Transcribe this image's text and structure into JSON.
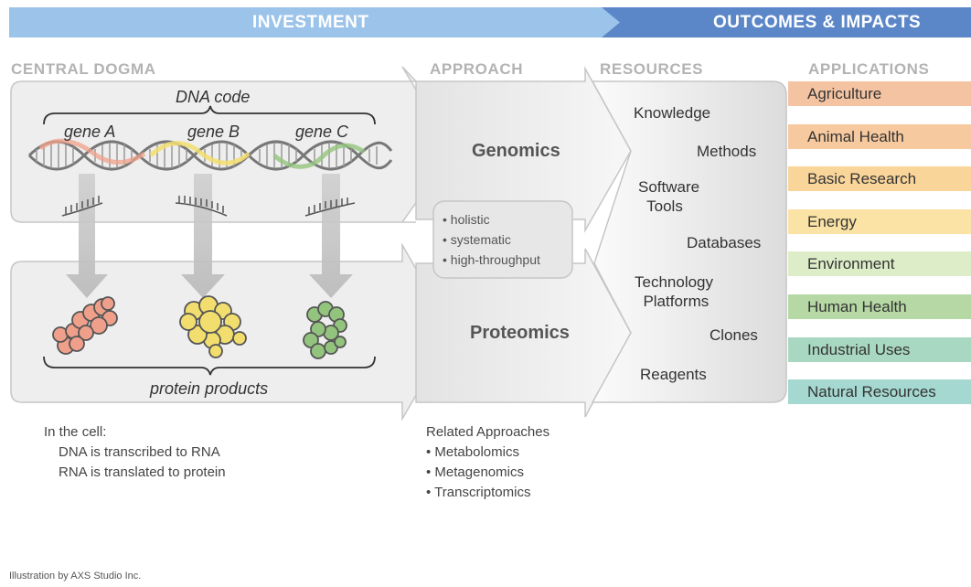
{
  "banner": {
    "investment": "INVESTMENT",
    "outcomes": "OUTCOMES & IMPACTS",
    "investment_color": "#9cc3e9",
    "outcomes_color": "#5b87c8"
  },
  "sections": {
    "central_dogma": "CENTRAL DOGMA",
    "approach": "APPROACH",
    "resources": "RESOURCES",
    "applications": "APPLICATIONS"
  },
  "dogma": {
    "dna_code": "DNA code",
    "genes": [
      "gene A",
      "gene B",
      "gene C"
    ],
    "protein_products": "protein products",
    "gene_colors": [
      "#f0a08a",
      "#f2de6e",
      "#93c47d"
    ]
  },
  "approach": {
    "genomics": "Genomics",
    "proteomics": "Proteomics",
    "characteristics": [
      "holistic",
      "systematic",
      "high-throughput"
    ]
  },
  "resources": {
    "items": [
      "Knowledge",
      "Methods",
      "Software\n  Tools",
      "Databases",
      "Technology\n  Platforms",
      "Clones",
      "Reagents"
    ]
  },
  "applications": {
    "items": [
      {
        "label": "Agriculture",
        "color": "#f4c4a2"
      },
      {
        "label": "Animal Health",
        "color": "#f7c99f"
      },
      {
        "label": "Basic Research",
        "color": "#f9d59a"
      },
      {
        "label": "Energy",
        "color": "#fbe3a6"
      },
      {
        "label": "Environment",
        "color": "#dcedc8"
      },
      {
        "label": "Human Health",
        "color": "#b5d8a4"
      },
      {
        "label": "Industrial Uses",
        "color": "#a9d8c2"
      },
      {
        "label": "Natural Resources",
        "color": "#a4d8d0"
      }
    ]
  },
  "notes": {
    "in_the_cell_title": "In the cell:",
    "in_the_cell_lines": [
      "DNA is transcribed to RNA",
      "RNA is translated to protein"
    ],
    "related_title": "Related Approaches",
    "related_items": [
      "Metabolomics",
      "Metagenomics",
      "Transcriptomics"
    ]
  },
  "credit": "Illustration by AXS Studio Inc."
}
